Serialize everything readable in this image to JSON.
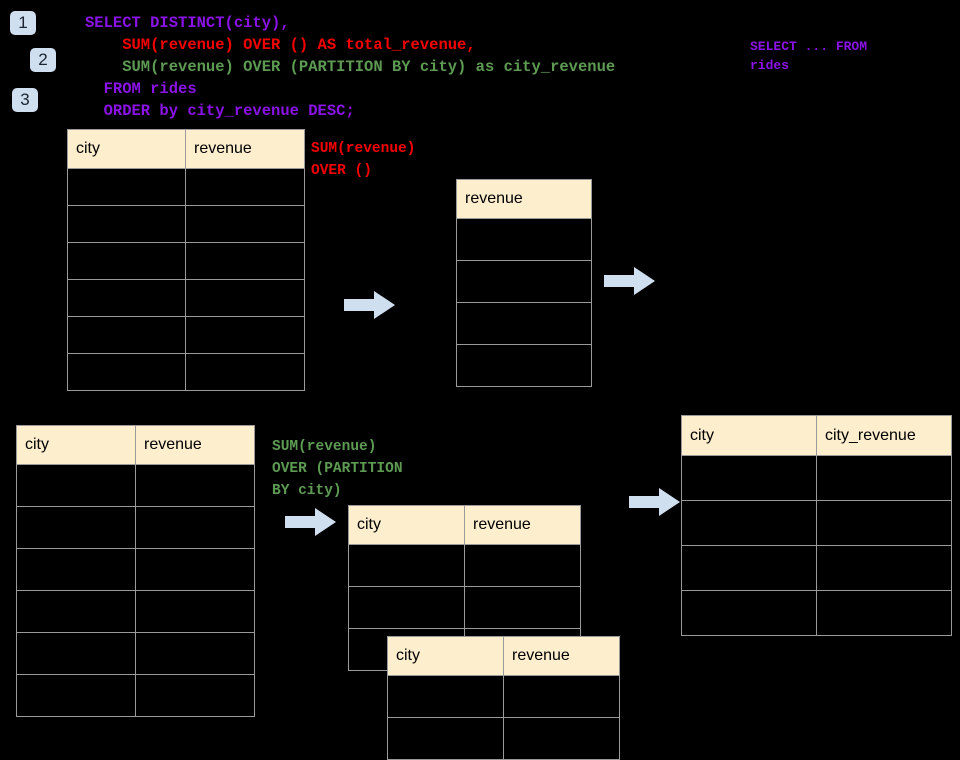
{
  "diagram": {
    "title": "SQL window function query explanation",
    "background_color": "#000000",
    "accent_color": "#cfdff0",
    "header_fill": "#fdeece",
    "border_color": "#9a9a9a"
  },
  "steps": [
    {
      "id": "step-1",
      "label": "1"
    },
    {
      "id": "step-2",
      "label": "2"
    },
    {
      "id": "step-3",
      "label": "3"
    }
  ],
  "sql": {
    "line1": "SELECT DISTINCT(city),",
    "line2": "    SUM(revenue) OVER () AS total_revenue,",
    "line3": "    SUM(revenue) OVER (PARTITION BY city) as city_revenue",
    "line4": "  FROM rides",
    "line5": "  ORDER by city_revenue DESC;"
  },
  "side_note": {
    "line1": "SELECT ... FROM",
    "line2": "rides"
  },
  "annotations": {
    "total_revenue": {
      "line1": "SUM(revenue)",
      "line2": "OVER ()",
      "color": "#f40000"
    },
    "city_revenue": {
      "line1": "SUM(revenue)",
      "line2": "OVER (PARTITION",
      "line3": "BY city)",
      "color": "#5d9b53"
    }
  },
  "tables": {
    "source_top": {
      "name": "rides-source-table-top",
      "headers": [
        "city",
        "revenue"
      ],
      "row_count": 6,
      "rows": [
        [
          "",
          ""
        ],
        [
          "",
          ""
        ],
        [
          "",
          ""
        ],
        [
          "",
          ""
        ],
        [
          "",
          ""
        ],
        [
          "",
          ""
        ]
      ]
    },
    "total_revenue": {
      "name": "total-revenue-table",
      "headers": [
        "revenue"
      ],
      "row_count": 4,
      "rows": [
        [
          ""
        ],
        [
          ""
        ],
        [
          ""
        ],
        [
          ""
        ]
      ]
    },
    "source_bottom": {
      "name": "rides-source-table-bottom",
      "headers": [
        "city",
        "revenue"
      ],
      "row_count": 6,
      "rows": [
        [
          "",
          ""
        ],
        [
          "",
          ""
        ],
        [
          "",
          ""
        ],
        [
          "",
          ""
        ],
        [
          "",
          ""
        ],
        [
          "",
          ""
        ]
      ]
    },
    "partition_back": {
      "name": "partition-group-table-back",
      "headers": [
        "city",
        "revenue"
      ],
      "row_count": 3,
      "rows": [
        [
          "",
          ""
        ],
        [
          "",
          ""
        ],
        [
          "",
          ""
        ]
      ]
    },
    "partition_front": {
      "name": "partition-group-table-front",
      "headers": [
        "city",
        "revenue"
      ],
      "row_count": 2,
      "rows": [
        [
          "",
          ""
        ],
        [
          "",
          ""
        ]
      ]
    },
    "result": {
      "name": "result-table",
      "headers": [
        "city",
        "city_revenue"
      ],
      "row_count": 4,
      "rows": [
        [
          "",
          ""
        ],
        [
          "",
          ""
        ],
        [
          "",
          ""
        ],
        [
          "",
          ""
        ]
      ]
    }
  },
  "arrows": [
    {
      "name": "arrow-source-to-total",
      "color": "#cfdff0"
    },
    {
      "name": "arrow-total-to-result",
      "color": "#cfdff0"
    },
    {
      "name": "arrow-source-to-partition",
      "color": "#cfdff0"
    },
    {
      "name": "arrow-partition-to-result",
      "color": "#cfdff0"
    }
  ]
}
